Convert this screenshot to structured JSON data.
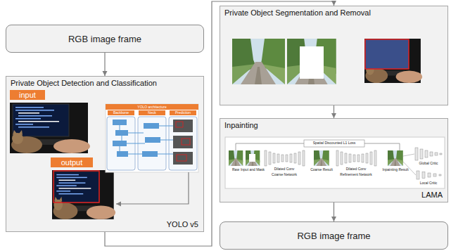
{
  "diagram": {
    "nodes": [
      {
        "text": [
          "RGB image frame"
        ]
      },
      {
        "text": [
          "Private Object Detection and Classification",
          "YOLO v5"
        ]
      },
      {
        "text": [
          "input"
        ],
        "in": 1
      },
      {
        "text": [
          "output"
        ],
        "in": 1
      },
      {
        "text": [
          "Private Object Segmentation and Removal"
        ]
      },
      {
        "text": [
          "Inpainting",
          "LAMA"
        ]
      },
      {
        "text": [
          "RGB image frame"
        ]
      }
    ],
    "edges": [
      {
        "from": 0,
        "to": 1,
        "arrow": "to"
      },
      {
        "from": 1,
        "to": 4,
        "arrow": "to"
      },
      {
        "from": 4,
        "to": 5,
        "arrow": "to"
      },
      {
        "from": 5,
        "to": 6,
        "arrow": "to"
      }
    ],
    "labels": [
      "YOLO architecture",
      "Backbone",
      "Neck",
      "Prediction",
      "Spatial Discounted L1 Loss",
      "Raw",
      "Input and Mask",
      "Dilated Conv",
      "Coarse Network",
      "Coarse Result",
      "Dilated Conv",
      "Refinement Network",
      "Inpainting Result",
      "Global Critic",
      "Local Critic"
    ]
  }
}
